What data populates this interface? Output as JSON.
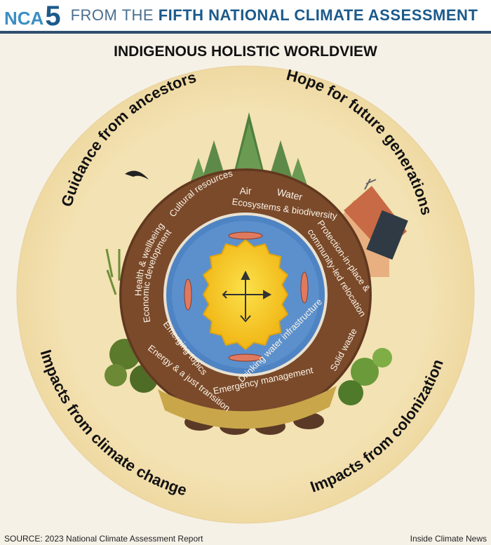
{
  "header": {
    "logo_text": "NCA",
    "logo_number": "5",
    "title_prefix": "FROM THE",
    "title_bold": "FIFTH NATIONAL CLIMATE ASSESSMENT"
  },
  "diagram": {
    "title": "INDIGENOUS HOLISTIC WORLDVIEW",
    "outer_ring": {
      "top_left": "Guidance from ancestors",
      "top_right": "Hope for future generations",
      "bottom_left": "Impacts from climate change",
      "bottom_right": "Impacts from colonization"
    },
    "inner_labels": {
      "air": "Air",
      "water": "Water",
      "cultural_resources": "Cultural resources",
      "ecosystems": "Ecosystems & biodiversity",
      "health": "Health & wellbeing",
      "economic": "Economic development",
      "protection_1": "Protection-in-place &",
      "protection_2": "community-led relocation",
      "emerging": "Emerging topics",
      "energy": "Energy & a just transition",
      "emergency": "Emergency management",
      "drinking_water": "Drinking water infrastructure",
      "solid_waste": "Solid waste"
    },
    "colors": {
      "outer_ring": "#f3e2b3",
      "earth": "#7a4a2a",
      "water": "#4f84c4",
      "sun": "#f5c419",
      "header_bar": "#2f4f6f"
    }
  },
  "footer": {
    "source": "SOURCE: 2023 National Climate Assessment Report",
    "credit": "Inside Climate News"
  }
}
